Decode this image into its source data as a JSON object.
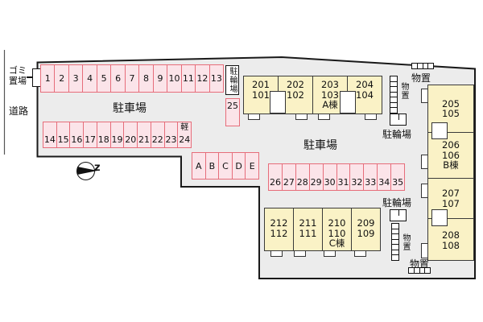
{
  "surroundings": {
    "road_label": "道路",
    "garbage_area": {
      "line1": "ゴミ",
      "line2": "置場"
    },
    "compass_letter": "z"
  },
  "parking": {
    "lot_label_left": "駐車場",
    "lot_label_right": "駐車場",
    "space_25": "25",
    "kei_tag": "軽",
    "row_1_13": [
      "1",
      "2",
      "3",
      "4",
      "5",
      "6",
      "7",
      "8",
      "9",
      "10",
      "11",
      "12",
      "13"
    ],
    "row_14_24": [
      {
        "tag": "",
        "n": "14"
      },
      {
        "tag": "",
        "n": "15"
      },
      {
        "tag": "",
        "n": "16"
      },
      {
        "tag": "",
        "n": "17"
      },
      {
        "tag": "",
        "n": "18"
      },
      {
        "tag": "",
        "n": "19"
      },
      {
        "tag": "",
        "n": "20"
      },
      {
        "tag": "",
        "n": "21"
      },
      {
        "tag": "",
        "n": "22"
      },
      {
        "tag": "",
        "n": "23"
      },
      {
        "tag": "軽",
        "n": "24"
      }
    ],
    "row_letters": [
      "A",
      "B",
      "C",
      "D",
      "E"
    ],
    "row_26_35": [
      "26",
      "27",
      "28",
      "29",
      "30",
      "31",
      "32",
      "33",
      "34",
      "35"
    ]
  },
  "bike_parking": {
    "label_vertical": "駐輪場",
    "label_upper_right": "駐輪場",
    "label_lower_right": "駐輪場"
  },
  "storage": {
    "label_top_right": "物置",
    "label_strip_upper": "物置",
    "label_strip_lower": "物置",
    "label_bottom": "物置"
  },
  "buildings": {
    "a": {
      "units": [
        {
          "upper": "201",
          "lower": "101",
          "tag": ""
        },
        {
          "upper": "202",
          "lower": "102",
          "tag": ""
        },
        {
          "upper": "203",
          "lower": "103",
          "tag": "A棟"
        },
        {
          "upper": "204",
          "lower": "104",
          "tag": ""
        }
      ]
    },
    "b": {
      "units": [
        {
          "upper": "205",
          "lower": "105",
          "tag": ""
        },
        {
          "upper": "206",
          "lower": "106",
          "tag": "B棟"
        },
        {
          "upper": "207",
          "lower": "107",
          "tag": ""
        },
        {
          "upper": "208",
          "lower": "108",
          "tag": ""
        }
      ]
    },
    "c": {
      "units": [
        {
          "upper": "212",
          "lower": "112",
          "tag": ""
        },
        {
          "upper": "211",
          "lower": "111",
          "tag": ""
        },
        {
          "upper": "210",
          "lower": "110",
          "tag": "C棟"
        },
        {
          "upper": "209",
          "lower": "109",
          "tag": ""
        }
      ]
    }
  },
  "colors": {
    "ground": "#ececec",
    "boundary": "#191919",
    "parking_fill": "#fbe4e9",
    "parking_border": "#e66d7a",
    "building_fill": "#faf2c6",
    "building_border": "#3a3a3a"
  }
}
